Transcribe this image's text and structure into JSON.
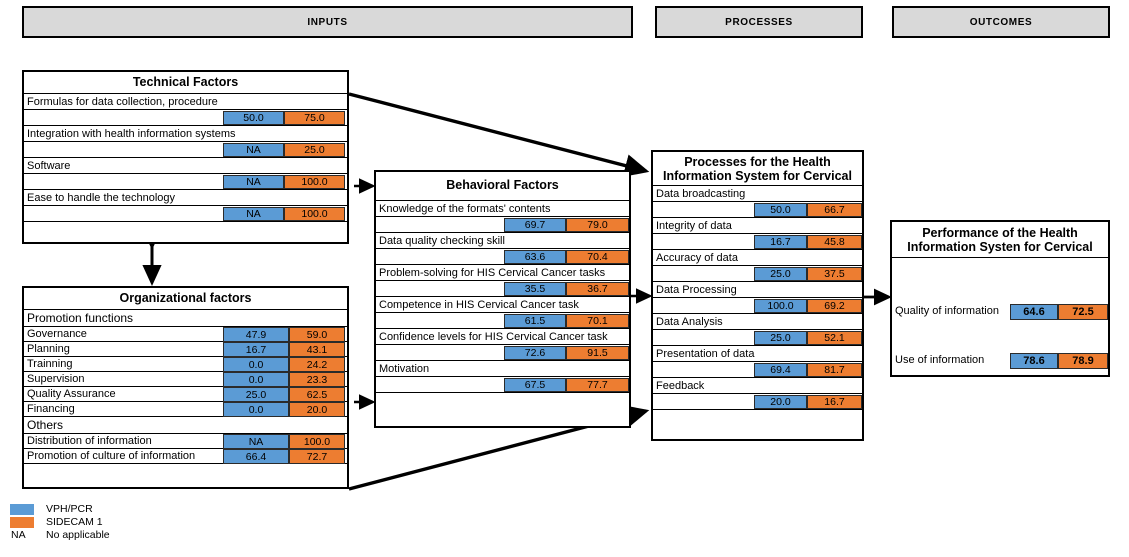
{
  "banners": [
    {
      "id": "inputs",
      "label": "INPUTS"
    },
    {
      "id": "processes",
      "label": "PROCESSES"
    },
    {
      "id": "outcomes",
      "label": "OUTCOMES"
    }
  ],
  "panels": {
    "technical": {
      "title": "Technical Factors",
      "items": [
        {
          "label": "Formulas for data collection, procedure",
          "blue": "50.0",
          "orange": "75.0"
        },
        {
          "label": "Integration with health information systems",
          "blue": "NA",
          "orange": "25.0"
        },
        {
          "label": "Software",
          "blue": "NA",
          "orange": "100.0"
        },
        {
          "label": "Ease to handle the technology",
          "blue": "NA",
          "orange": "100.0"
        }
      ]
    },
    "organizational": {
      "title": "Organizational factors",
      "section_one": "Promotion functions",
      "section_two": "Others",
      "promotion_items": [
        {
          "label": "Governance",
          "blue": "47.9",
          "orange": "59.0"
        },
        {
          "label": "Planning",
          "blue": "16.7",
          "orange": "43.1"
        },
        {
          "label": "Trainning",
          "blue": "0.0",
          "orange": "24.2"
        },
        {
          "label": "Supervision",
          "blue": "0.0",
          "orange": "23.3"
        },
        {
          "label": "Quality Assurance",
          "blue": "25.0",
          "orange": "62.5"
        },
        {
          "label": "Financing",
          "blue": "0.0",
          "orange": "20.0"
        }
      ],
      "other_items": [
        {
          "label": "Distribution of information",
          "blue": "NA",
          "orange": "100.0"
        },
        {
          "label": "Promotion of culture of information",
          "blue": "66.4",
          "orange": "72.7"
        }
      ]
    },
    "behavioral": {
      "title": "Behavioral Factors",
      "items": [
        {
          "label": "Knowledge of the formats' contents",
          "blue": "69.7",
          "orange": "79.0"
        },
        {
          "label": "Data quality checking skill",
          "blue": "63.6",
          "orange": "70.4"
        },
        {
          "label": "Problem-solving for HIS Cervical Cancer tasks",
          "blue": "35.5",
          "orange": "36.7"
        },
        {
          "label": "Competence in HIS Cervical Cancer task",
          "blue": "61.5",
          "orange": "70.1"
        },
        {
          "label": "Confidence levels for HIS Cervical Cancer task",
          "blue": "72.6",
          "orange": "91.5"
        },
        {
          "label": "Motivation",
          "blue": "67.5",
          "orange": "77.7"
        }
      ]
    },
    "processes": {
      "title_line1": "Processes for the Health",
      "title_line2": "Information System for Cervical",
      "items": [
        {
          "label": "Data broadcasting",
          "blue": "50.0",
          "orange": "66.7"
        },
        {
          "label": "Integrity of data",
          "blue": "16.7",
          "orange": "45.8"
        },
        {
          "label": "Accuracy of data",
          "blue": "25.0",
          "orange": "37.5"
        },
        {
          "label": "Data Processing",
          "blue": "100.0",
          "orange": "69.2"
        },
        {
          "label": "Data Analysis",
          "blue": "25.0",
          "orange": "52.1"
        },
        {
          "label": "Presentation of data",
          "blue": "69.4",
          "orange": "81.7"
        },
        {
          "label": "Feedback",
          "blue": "20.0",
          "orange": "16.7"
        }
      ]
    },
    "performance": {
      "title_line1": "Performance of the Health",
      "title_line2": "Information Systen for Cervical",
      "items": [
        {
          "label": "Quality of information",
          "blue": "64.6",
          "orange": "72.5"
        },
        {
          "label": "Use of information",
          "blue": "78.6",
          "orange": "78.9"
        }
      ]
    }
  },
  "legend": {
    "series_blue": "VPH/PCR",
    "series_orange": "SIDECAM 1",
    "na_code": "NA",
    "na_text": "No applicable"
  },
  "colors": {
    "blue": "#5b9bd5",
    "orange": "#ed7d31",
    "banner_fill": "#d9d9d9",
    "stroke": "#000000"
  },
  "chart_data": {
    "type": "bar",
    "title": "Health Information System for Cervical Cancer — Inputs, Processes, Outcomes",
    "series": [
      {
        "name": "VPH/PCR",
        "color": "#5b9bd5"
      },
      {
        "name": "SIDECAM 1",
        "color": "#ed7d31"
      }
    ],
    "groups": [
      {
        "group": "Technical Factors",
        "phase": "INPUTS",
        "categories": [
          "Formulas for data collection, procedure",
          "Integration with health information systems",
          "Software",
          "Ease to handle the technology"
        ],
        "VPH/PCR": [
          "50.0",
          "NA",
          "NA",
          "NA"
        ],
        "SIDECAM 1": [
          "75.0",
          "25.0",
          "100.0",
          "100.0"
        ]
      },
      {
        "group": "Organizational factors - Promotion functions",
        "phase": "INPUTS",
        "categories": [
          "Governance",
          "Planning",
          "Trainning",
          "Supervision",
          "Quality Assurance",
          "Financing"
        ],
        "VPH/PCR": [
          "47.9",
          "16.7",
          "0.0",
          "0.0",
          "25.0",
          "0.0"
        ],
        "SIDECAM 1": [
          "59.0",
          "43.1",
          "24.2",
          "23.3",
          "62.5",
          "20.0"
        ]
      },
      {
        "group": "Organizational factors - Others",
        "phase": "INPUTS",
        "categories": [
          "Distribution of information",
          "Promotion of culture of information"
        ],
        "VPH/PCR": [
          "NA",
          "66.4"
        ],
        "SIDECAM 1": [
          "100.0",
          "72.7"
        ]
      },
      {
        "group": "Behavioral Factors",
        "phase": "INPUTS",
        "categories": [
          "Knowledge of the formats' contents",
          "Data quality checking skill",
          "Problem-solving for HIS Cervical Cancer tasks",
          "Competence in HIS Cervical Cancer task",
          "Confidence levels for HIS Cervical Cancer task",
          "Motivation"
        ],
        "VPH/PCR": [
          "69.7",
          "63.6",
          "35.5",
          "61.5",
          "72.6",
          "67.5"
        ],
        "SIDECAM 1": [
          "79.0",
          "70.4",
          "36.7",
          "70.1",
          "91.5",
          "77.7"
        ]
      },
      {
        "group": "Processes for the Health Information System for Cervical",
        "phase": "PROCESSES",
        "categories": [
          "Data broadcasting",
          "Integrity of data",
          "Accuracy of data",
          "Data Processing",
          "Data Analysis",
          "Presentation of data",
          "Feedback"
        ],
        "VPH/PCR": [
          "50.0",
          "16.7",
          "25.0",
          "100.0",
          "25.0",
          "69.4",
          "20.0"
        ],
        "SIDECAM 1": [
          "66.7",
          "45.8",
          "37.5",
          "69.2",
          "52.1",
          "81.7",
          "16.7"
        ]
      },
      {
        "group": "Performance of the Health Information Systen for Cervical",
        "phase": "OUTCOMES",
        "categories": [
          "Quality of information",
          "Use of information"
        ],
        "VPH/PCR": [
          "64.6",
          "78.6"
        ],
        "SIDECAM 1": [
          "72.5",
          "78.9"
        ]
      }
    ],
    "notes": "NA = No applicable",
    "ylim": [
      0,
      100
    ],
    "grid": false,
    "legend_position": "bottom-left"
  }
}
